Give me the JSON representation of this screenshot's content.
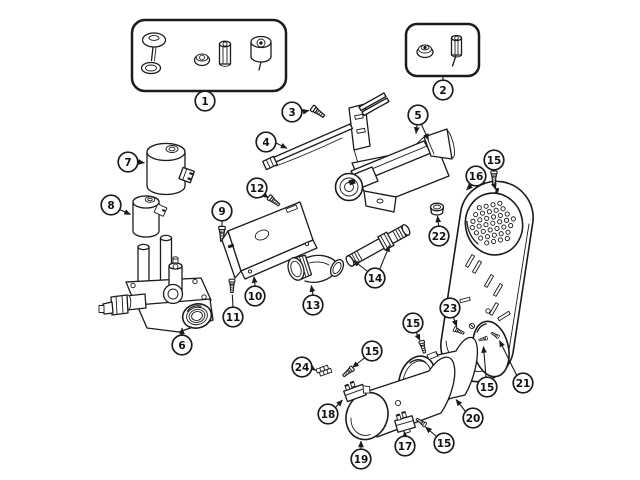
{
  "figure": {
    "background_color": "#ffffff",
    "ink_color": "#1b1b1b",
    "callouts": [
      {
        "number": "1"
      },
      {
        "number": "2"
      },
      {
        "number": "3"
      },
      {
        "number": "4"
      },
      {
        "number": "5"
      },
      {
        "number": "6"
      },
      {
        "number": "7"
      },
      {
        "number": "8"
      },
      {
        "number": "9"
      },
      {
        "number": "10"
      },
      {
        "number": "11"
      },
      {
        "number": "12"
      },
      {
        "number": "13"
      },
      {
        "number": "14"
      },
      {
        "number": "15"
      },
      {
        "number": "16"
      },
      {
        "number": "17"
      },
      {
        "number": "18"
      },
      {
        "number": "19"
      },
      {
        "number": "20"
      },
      {
        "number": "21"
      },
      {
        "number": "22"
      },
      {
        "number": "23"
      },
      {
        "number": "24"
      },
      {
        "number": "15"
      },
      {
        "number": "15"
      },
      {
        "number": "15"
      },
      {
        "number": "15"
      }
    ]
  }
}
